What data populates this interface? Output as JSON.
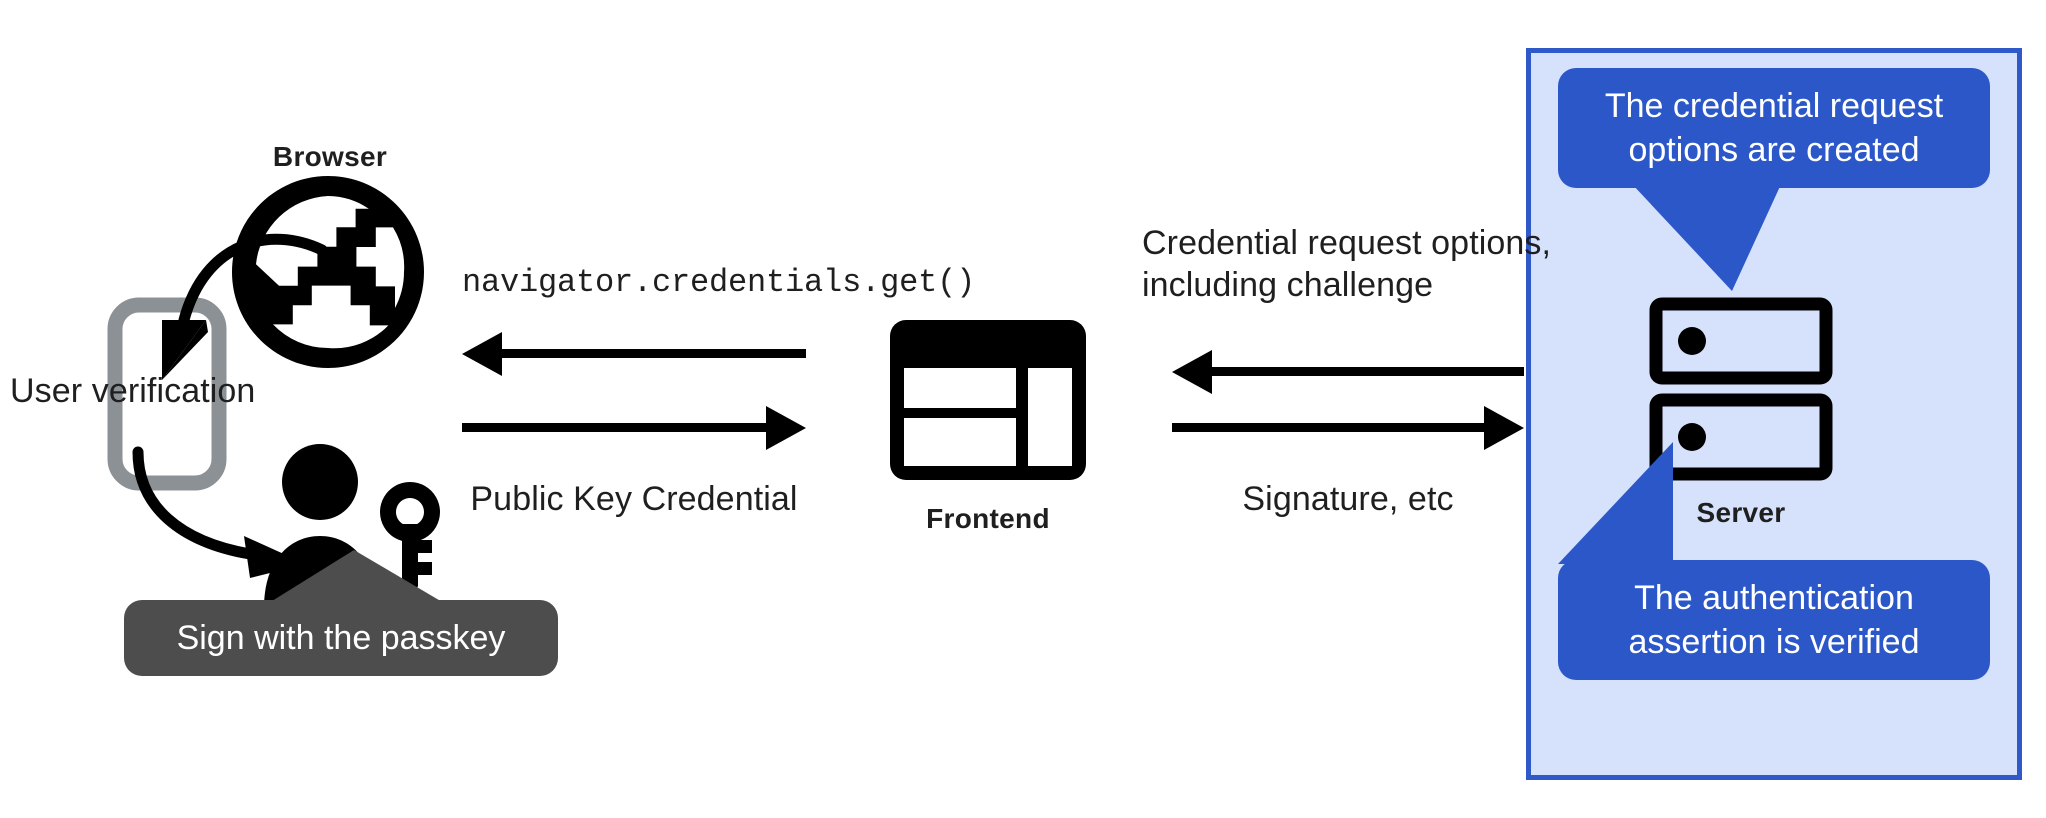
{
  "diagram": {
    "title": "WebAuthn passkey authentication flow",
    "colors": {
      "panel_background": "#d6e2fc",
      "panel_border": "#2f58c8",
      "callout_blue": "#2b57c9",
      "callout_gray": "#4d4d4d",
      "ink": "#1f1f1f",
      "phone_gray": "#8c9196"
    }
  },
  "browser": {
    "label": "Browser",
    "icon": "globe-icon"
  },
  "phone": {
    "icon": "mobile-phone-icon",
    "verification_label": "User verification"
  },
  "user": {
    "icon": "person-with-key-icon",
    "callout": "Sign with the passkey"
  },
  "frontend": {
    "label": "Frontend",
    "icon": "web-layout-icon"
  },
  "server": {
    "label": "Server",
    "icon": "server-racks-icon",
    "callout_top": "The credential request\noptions are created",
    "callout_bottom": "The authentication\nassertion is verified"
  },
  "flows": {
    "browser_to_frontend_down": "navigator.credentials.get()",
    "frontend_to_browser_up": "Public Key Credential",
    "server_to_frontend": "Credential request options,\nincluding challenge",
    "frontend_to_server": "Signature, etc"
  }
}
